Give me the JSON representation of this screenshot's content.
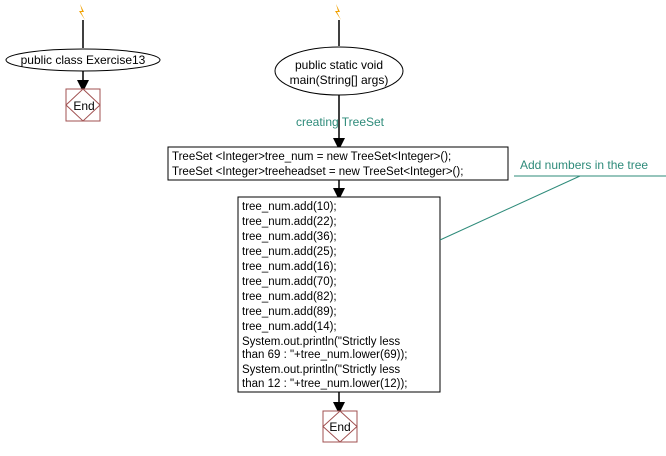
{
  "colors": {
    "accent": "#2e8b7a",
    "arrow": "#000000",
    "end_border": "#a05050",
    "lightning": "#f0a000"
  },
  "class_node": {
    "label": "public class Exercise13"
  },
  "class_end": {
    "label": "End"
  },
  "main_node": {
    "line1": "public static void",
    "line2": "main(String[] args)"
  },
  "creating_label": "creating TreeSet",
  "declare_box": {
    "lines": [
      "TreeSet <Integer>tree_num = new TreeSet<Integer>();",
      "TreeSet <Integer>treeheadset = new TreeSet<Integer>();"
    ]
  },
  "add_box": {
    "lines": [
      "tree_num.add(10);",
      "tree_num.add(22);",
      "tree_num.add(36);",
      "tree_num.add(25);",
      "tree_num.add(16);",
      "tree_num.add(70);",
      "tree_num.add(82);",
      "tree_num.add(89);",
      "tree_num.add(14);",
      "System.out.println(\"Strictly less",
      "than 69 :  \"+tree_num.lower(69));",
      "System.out.println(\"Strictly less",
      "than 12 :  \"+tree_num.lower(12));"
    ]
  },
  "comment": {
    "label": "Add numbers in the tree"
  },
  "main_end": {
    "label": "End"
  }
}
